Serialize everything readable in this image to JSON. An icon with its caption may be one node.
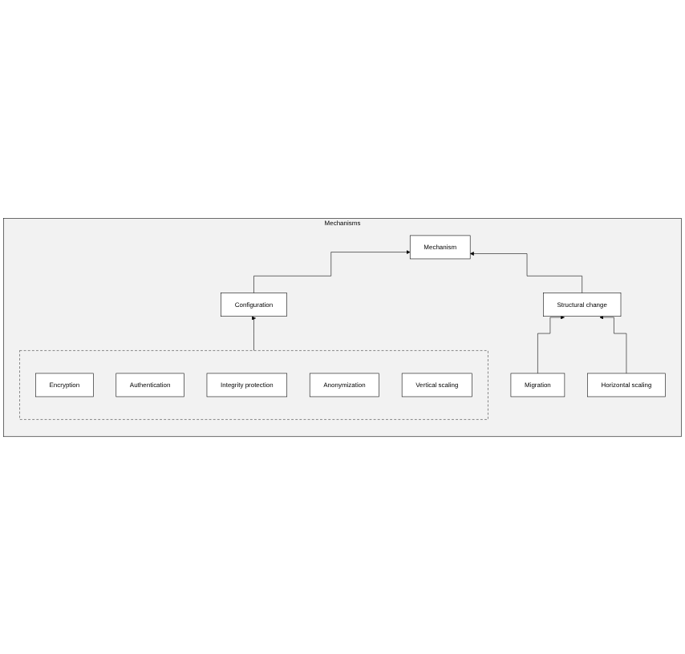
{
  "diagram": {
    "nodes": [
      {
        "text": [
          "Mechanisms"
        ]
      },
      {
        "text": [
          "Mechanism"
        ],
        "in": 0
      },
      {
        "text": [
          "Configuration"
        ],
        "in": 0
      },
      {
        "text": [],
        "shape": "box",
        "in": 0
      },
      {
        "text": [
          "Encryption"
        ],
        "in": 3
      },
      {
        "text": [
          "Authentication"
        ],
        "in": 3
      },
      {
        "text": [
          "Integrity protection"
        ],
        "in": 3
      },
      {
        "text": [
          "Anonymization"
        ],
        "in": 3
      },
      {
        "text": [
          "Vertical scaling"
        ],
        "in": 3
      },
      {
        "text": [
          "Structural change"
        ],
        "in": 0
      },
      {
        "text": [
          "Migration"
        ],
        "in": 0
      },
      {
        "text": [
          "Horizontal scaling"
        ],
        "in": 0
      }
    ],
    "edges": [
      {
        "from": 2,
        "to": 1,
        "arrow": "to"
      },
      {
        "from": 3,
        "to": 2,
        "arrow": "to"
      },
      {
        "from": 9,
        "to": 1,
        "arrow": "to"
      },
      {
        "from": 10,
        "to": 9,
        "arrow": "to"
      },
      {
        "from": 11,
        "to": 9,
        "arrow": "to"
      }
    ]
  }
}
